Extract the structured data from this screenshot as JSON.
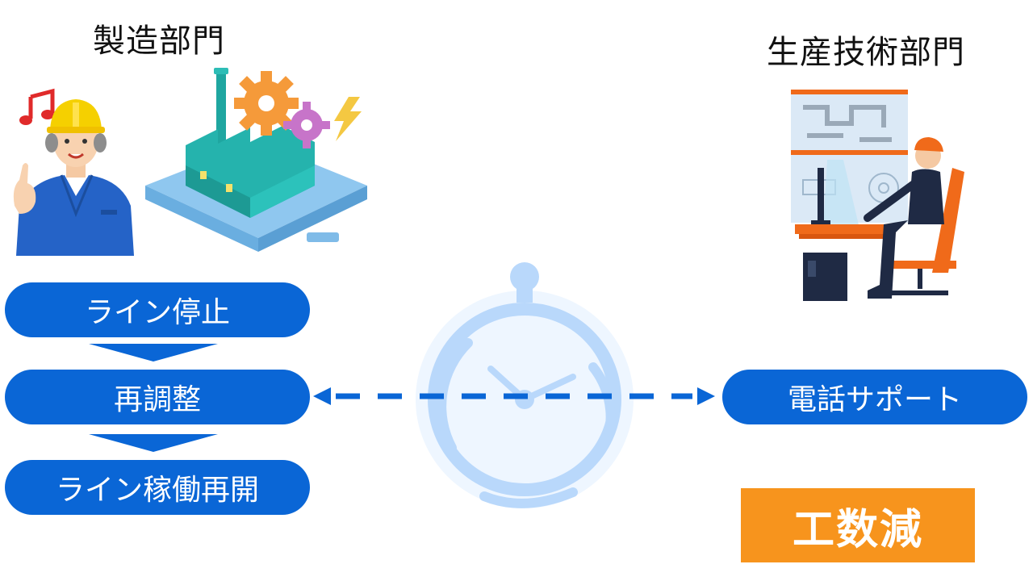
{
  "manufacturing": {
    "title": "製造部門",
    "steps": [
      "ライン停止",
      "再調整",
      "ライン稼働再開"
    ]
  },
  "production_engineering": {
    "title": "生産技術部門",
    "support": "電話サポート"
  },
  "result_badge": "工数減",
  "colors": {
    "pill_blue": "#0a66d6",
    "badge_orange": "#f7941d",
    "stopwatch_blue": "#b9d8fb",
    "dashed_arrow": "#0a66d6"
  },
  "icons": [
    "worker-helmet-icon",
    "music-note-icon",
    "factory-gears-icon",
    "stopwatch-icon",
    "engineer-computer-icon"
  ]
}
